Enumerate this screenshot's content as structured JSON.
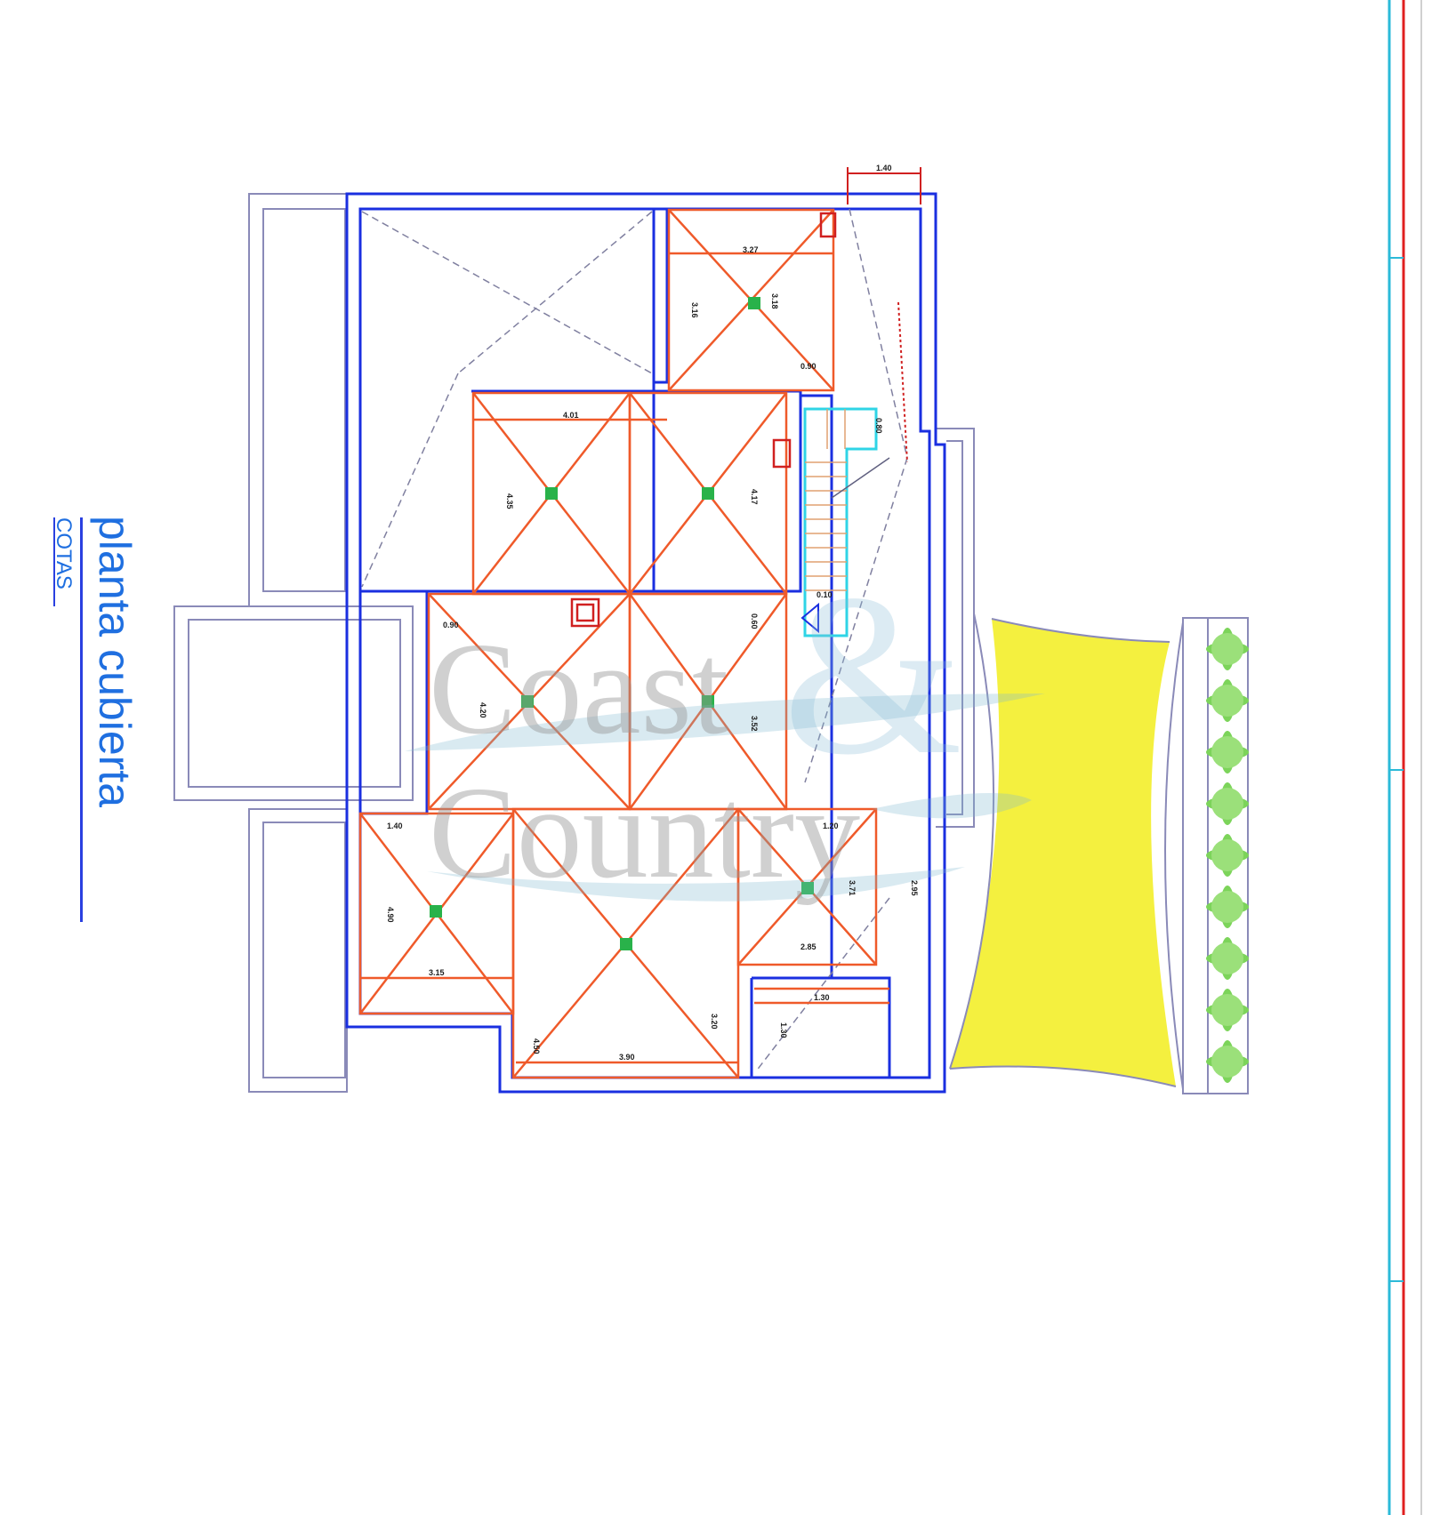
{
  "title": {
    "main": "planta cubierta",
    "sub": "COTAS"
  },
  "watermark": {
    "line1": "Coast",
    "line2": "Country",
    "amp": "&"
  },
  "dimensions": {
    "top_width": "1.40",
    "d_327": "3.27",
    "d_316": "3.16",
    "d_318": "3.18",
    "d_090a": "0.90",
    "d_401": "4.01",
    "d_435": "4.35",
    "d_417": "4.17",
    "d_080": "0.80",
    "d_090b": "0.90",
    "d_420": "4.20",
    "d_352": "3.52",
    "d_140": "1.40",
    "d_490": "4.90",
    "d_315": "3.15",
    "d_120": "1.20",
    "d_371": "3.71",
    "d_295": "2.95",
    "d_285": "2.85",
    "d_130": "1.30",
    "d_130b": "1.30",
    "d_450": "4.50",
    "d_320": "3.20",
    "d_390": "3.90",
    "d_060": "0.60",
    "d_010": "0.10"
  },
  "colors": {
    "wall": "#1a2fe0",
    "outline": "#8a8ab8",
    "roof": "#ef5a2a",
    "drain": "#29b24a",
    "pool": "#f3ee2a",
    "stair": "#2fd4e6",
    "palm": "#7cd45a",
    "frame_red": "#e02020",
    "frame_cyan": "#2bbad8",
    "title": "#1f6fe0"
  }
}
